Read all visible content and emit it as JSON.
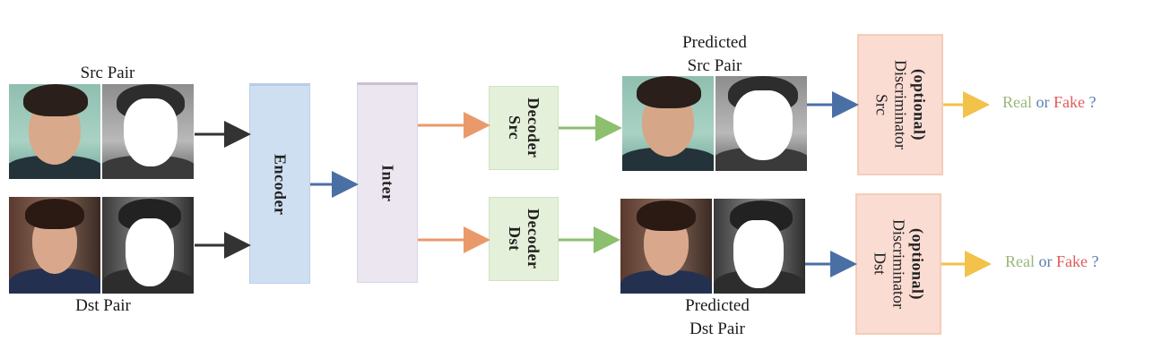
{
  "labels": {
    "src_pair": "Src Pair",
    "dst_pair": "Dst Pair",
    "predicted_src_line1": "Predicted",
    "predicted_src_line2": "Src Pair",
    "predicted_dst_line1": "Predicted",
    "predicted_dst_line2": "Dst Pair"
  },
  "blocks": {
    "encoder": "Encoder",
    "inter": "Inter",
    "src_decoder_line1": "Src",
    "src_decoder_line2": "Decoder",
    "dst_decoder_line1": "Dst",
    "dst_decoder_line2": "Decoder",
    "src_disc_line1": "Src",
    "src_disc_line2": "Discriminator",
    "src_disc_line3": "(optional)",
    "dst_disc_line1": "Dst",
    "dst_disc_line2": "Discriminator",
    "dst_disc_line3": "(optional)"
  },
  "outputs": {
    "real": "Real",
    "or": "or",
    "fake": "Fake",
    "q": "?"
  },
  "colors": {
    "encoder_fill": "#cfdff2",
    "inter_fill": "#ece6f1",
    "decoder_fill": "#e4f0d9",
    "discriminator_fill": "#fadcd3",
    "arrow_black": "#333333",
    "arrow_blue": "#4a6fa5",
    "arrow_orange": "#ea9a6a",
    "arrow_green": "#8cbf6e",
    "arrow_yellow": "#f2c24a",
    "real_text": "#9ab77a",
    "or_text": "#5a7fb0",
    "fake_text": "#e05a5a"
  }
}
